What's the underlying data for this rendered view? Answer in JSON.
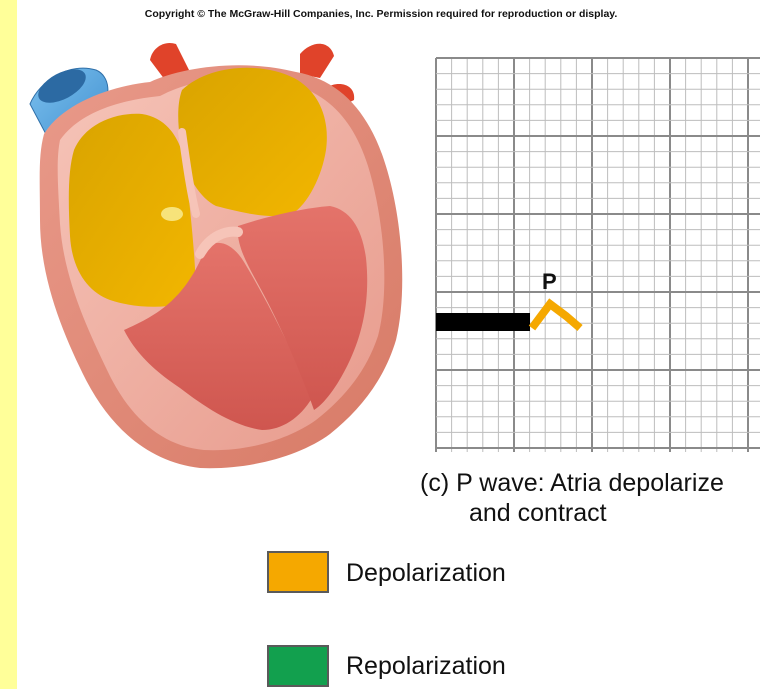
{
  "copyright": "Copyright © The McGraw-Hill Companies, Inc. Permission required for reproduction or display.",
  "ecg": {
    "wave_label": "P"
  },
  "caption": {
    "line1": "(c) P wave: Atria depolarize",
    "line2": "and contract"
  },
  "legend": [
    {
      "label": "Depolarization",
      "color": "#f5a800"
    },
    {
      "label": "Repolarization",
      "color": "#12a04e"
    }
  ],
  "colors": {
    "page_border": "#ffff99",
    "atria_depolarized": "#e8a800",
    "ventricle_tissue": "#d9605a",
    "heart_wall": "#f0b6ac",
    "vessel_red": "#e0432a",
    "vena_cava_blue": "#5aa8e0",
    "p_wave": "#f5a800",
    "baseline": "#000000"
  }
}
